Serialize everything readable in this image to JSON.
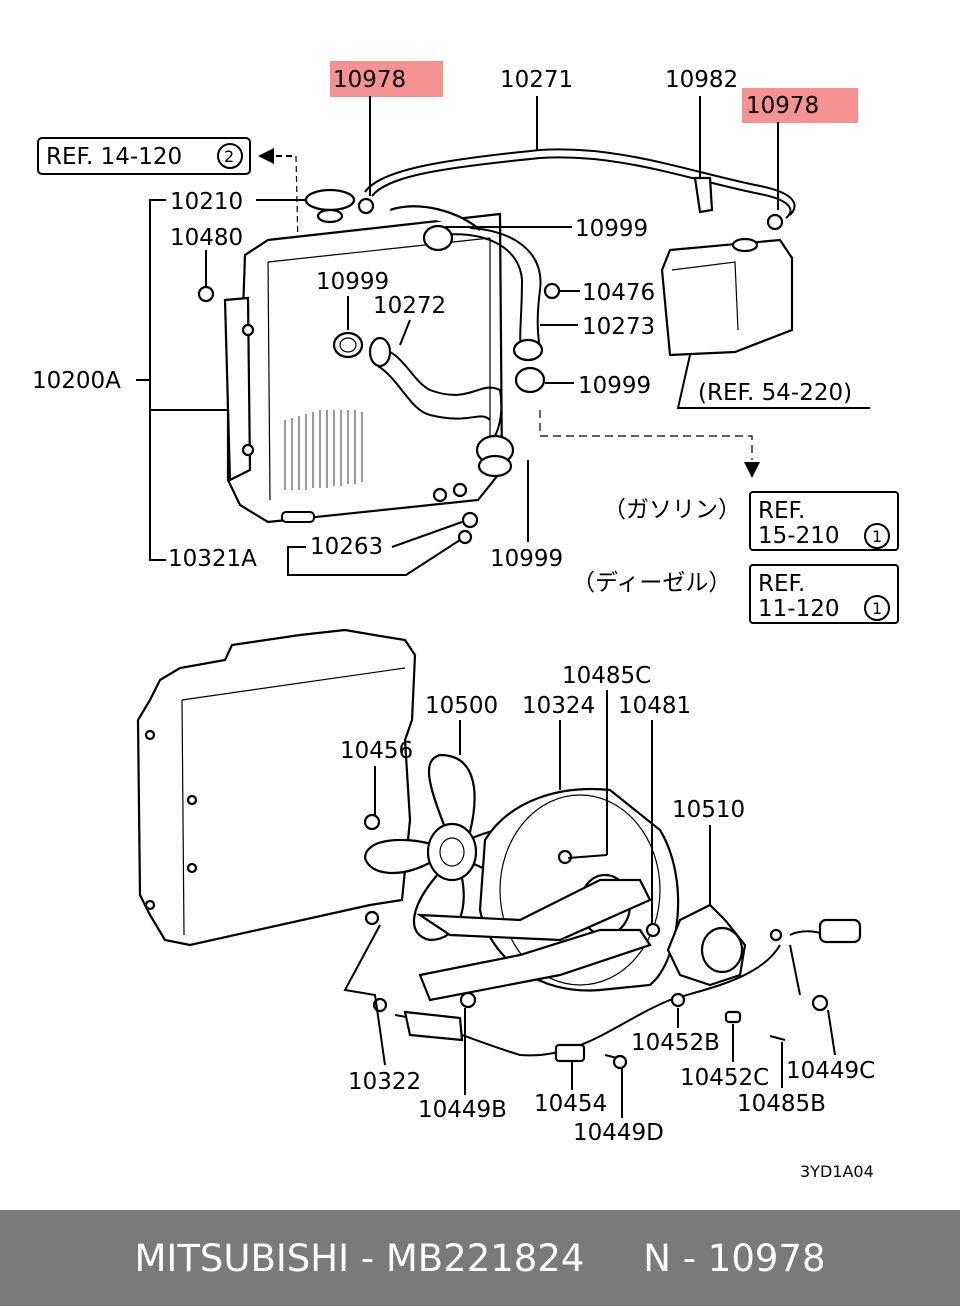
{
  "diagram": {
    "highlight_parts": [
      "10978",
      "10978"
    ],
    "refs": [
      {
        "text": "REF. 14-120",
        "circle": "2"
      },
      {
        "text": "(REF. 54-220)"
      },
      {
        "paren": "（ガソリン）",
        "line1": "REF.",
        "line2": "15-210",
        "circle": "1"
      },
      {
        "paren": "（ディーゼル）",
        "line1": "REF.",
        "line2": "11-120",
        "circle": "1"
      }
    ],
    "labels": {
      "p10271": "10271",
      "p10982": "10982",
      "p10210": "10210",
      "p10999a": "10999",
      "p10480": "10480",
      "p10999b": "10999",
      "p10272": "10272",
      "p10476": "10476",
      "p10273": "10273",
      "p10200A": "10200A",
      "p10999c": "10999",
      "p10263": "10263",
      "p10321A": "10321A",
      "p10999d": "10999",
      "p10485C": "10485C",
      "p10500": "10500",
      "p10324": "10324",
      "p10481": "10481",
      "p10456": "10456",
      "p10510": "10510",
      "p10452B": "10452B",
      "p10449C": "10449C",
      "p10452C": "10452C",
      "p10322": "10322",
      "p10454": "10454",
      "p10485B": "10485B",
      "p10449B": "10449B",
      "p10449D": "10449D"
    },
    "code": "3YD1A04"
  },
  "footer": {
    "brand": "MITSUBISHI",
    "part_number": "MB221824",
    "ref": "N - 10978",
    "text": "MITSUBISHI - MB221824     N - 10978"
  }
}
